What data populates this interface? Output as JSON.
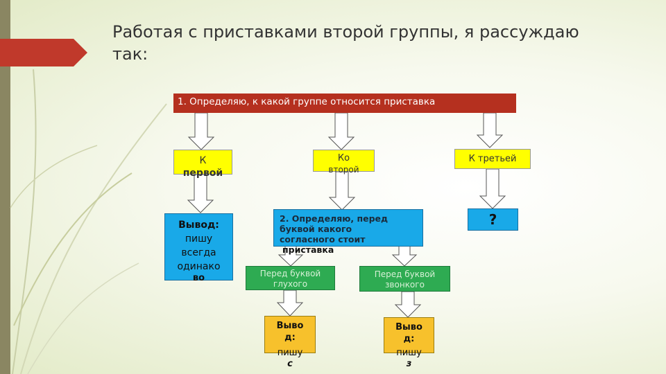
{
  "title": "Работая с приставками второй группы, я рассуждаю так:",
  "step1": "1.  Определяю, к какой группе относится приставка",
  "groups": {
    "first": {
      "line1": "К",
      "line2": "первой"
    },
    "second": {
      "line1": "Ко",
      "line2": "второй"
    },
    "third": {
      "line1": "К третьей"
    }
  },
  "conclusion_first": {
    "line1": "Вывод:",
    "line2": "пишу",
    "line3": "всегда",
    "line4": "одинако",
    "line5": "во"
  },
  "step2": {
    "line1": "2. Определяю, перед",
    "line2": "буквой какого",
    "line3": "согласного стоит",
    "line4": "приставка"
  },
  "question": "?",
  "voiceless": {
    "line1": "Перед буквой",
    "line2": "глухого"
  },
  "voiced": {
    "line1": "Перед буквой",
    "line2": "звонкого"
  },
  "result_voiceless": {
    "line1": "Выво",
    "line2": "д:",
    "line3": "пишу",
    "line4": "с"
  },
  "result_voiced": {
    "line1": "Выво",
    "line2": "д:",
    "line3": "пишу",
    "line4": "з"
  },
  "colors": {
    "banner": "#b5301f",
    "group_box": "#ffff00",
    "blue_box": "#19a9e8",
    "green_box": "#2eab52",
    "orange_box": "#f7c12c",
    "accent_tab": "#c0392b"
  }
}
